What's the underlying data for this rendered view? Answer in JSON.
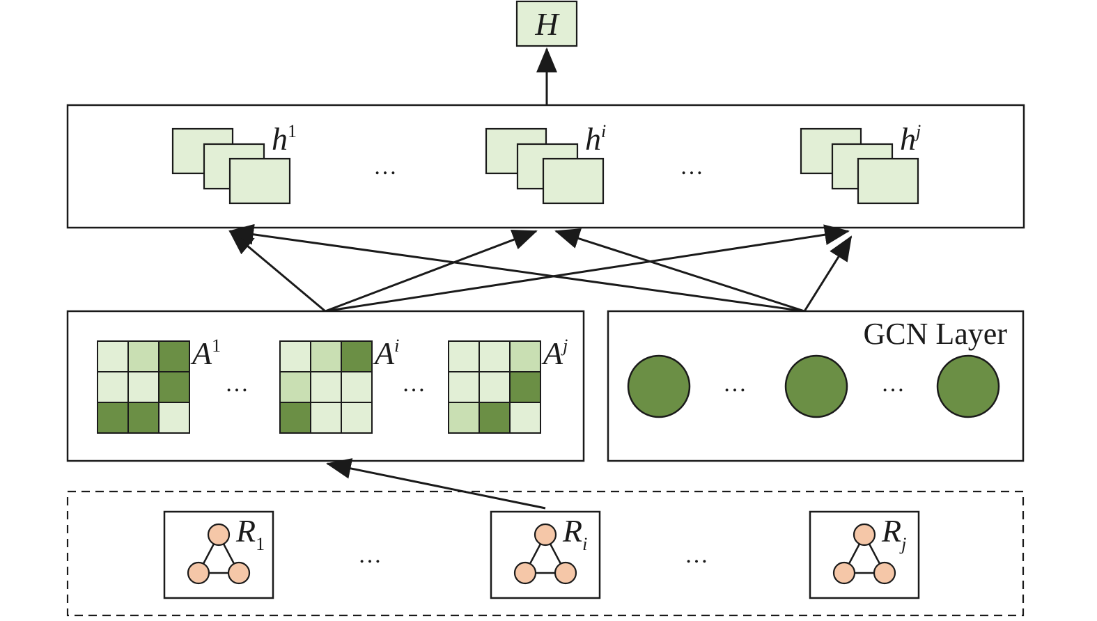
{
  "output": {
    "label": "H"
  },
  "hidden_layer": {
    "features": [
      {
        "base": "h",
        "sup": "1"
      },
      {
        "base": "h",
        "sup": "i"
      },
      {
        "base": "h",
        "sup": "j"
      }
    ],
    "ellipsis": "…"
  },
  "adjacency_panel": {
    "matrices": [
      {
        "base": "A",
        "sup": "1",
        "cells": [
          "l",
          "m",
          "d",
          "l",
          "l",
          "d",
          "d",
          "d",
          "l"
        ]
      },
      {
        "base": "A",
        "sup": "i",
        "cells": [
          "l",
          "m",
          "d",
          "m",
          "l",
          "l",
          "d",
          "l",
          "l"
        ]
      },
      {
        "base": "A",
        "sup": "j",
        "cells": [
          "l",
          "l",
          "m",
          "l",
          "l",
          "d",
          "m",
          "d",
          "l"
        ]
      }
    ],
    "ellipsis": "…"
  },
  "gcn_panel": {
    "title": "GCN Layer",
    "node_count": 3,
    "ellipsis": "…"
  },
  "relations": {
    "items": [
      {
        "base": "R",
        "sub": "1"
      },
      {
        "base": "R",
        "sub": "i"
      },
      {
        "base": "R",
        "sub": "j"
      }
    ],
    "ellipsis": "…"
  },
  "colors": {
    "cell_light": "#e2efd6",
    "cell_mid": "#c9dfb3",
    "cell_dark": "#6b8f45",
    "node_fill": "#6b8f45",
    "relation_node_fill": "#f5c7a8"
  }
}
